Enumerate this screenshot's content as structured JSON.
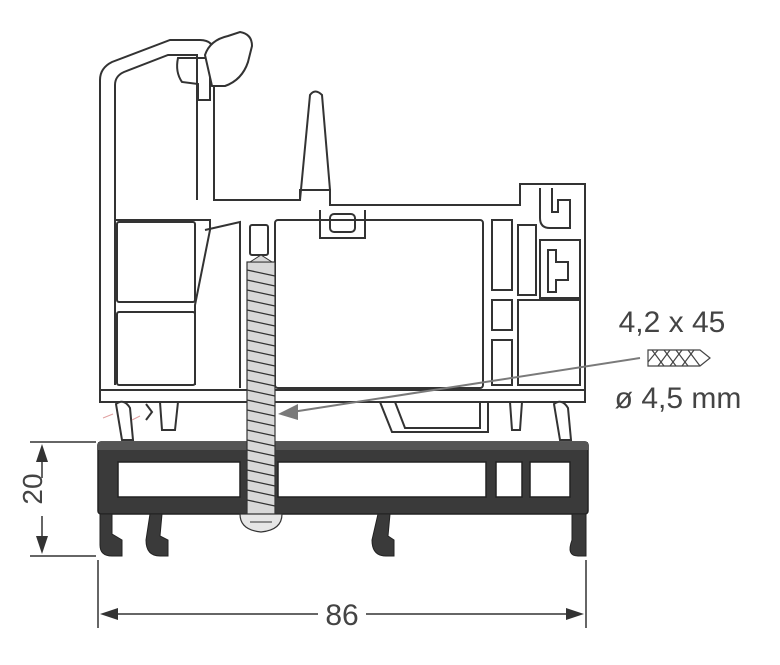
{
  "screw": {
    "size": "4,2 x 45",
    "drill": "ø 4,5 mm"
  },
  "dimensions": {
    "height": "20",
    "width": "86"
  },
  "colors": {
    "outline": "#333333",
    "profile_fill": "#ffffff",
    "base_fill": "#3a3a3a",
    "screw_fill": "#cfcfcf",
    "leader": "#7a7a7a",
    "accent": "#e0a0a0"
  },
  "icons": [
    "drill-bit-icon",
    "screw-icon"
  ]
}
